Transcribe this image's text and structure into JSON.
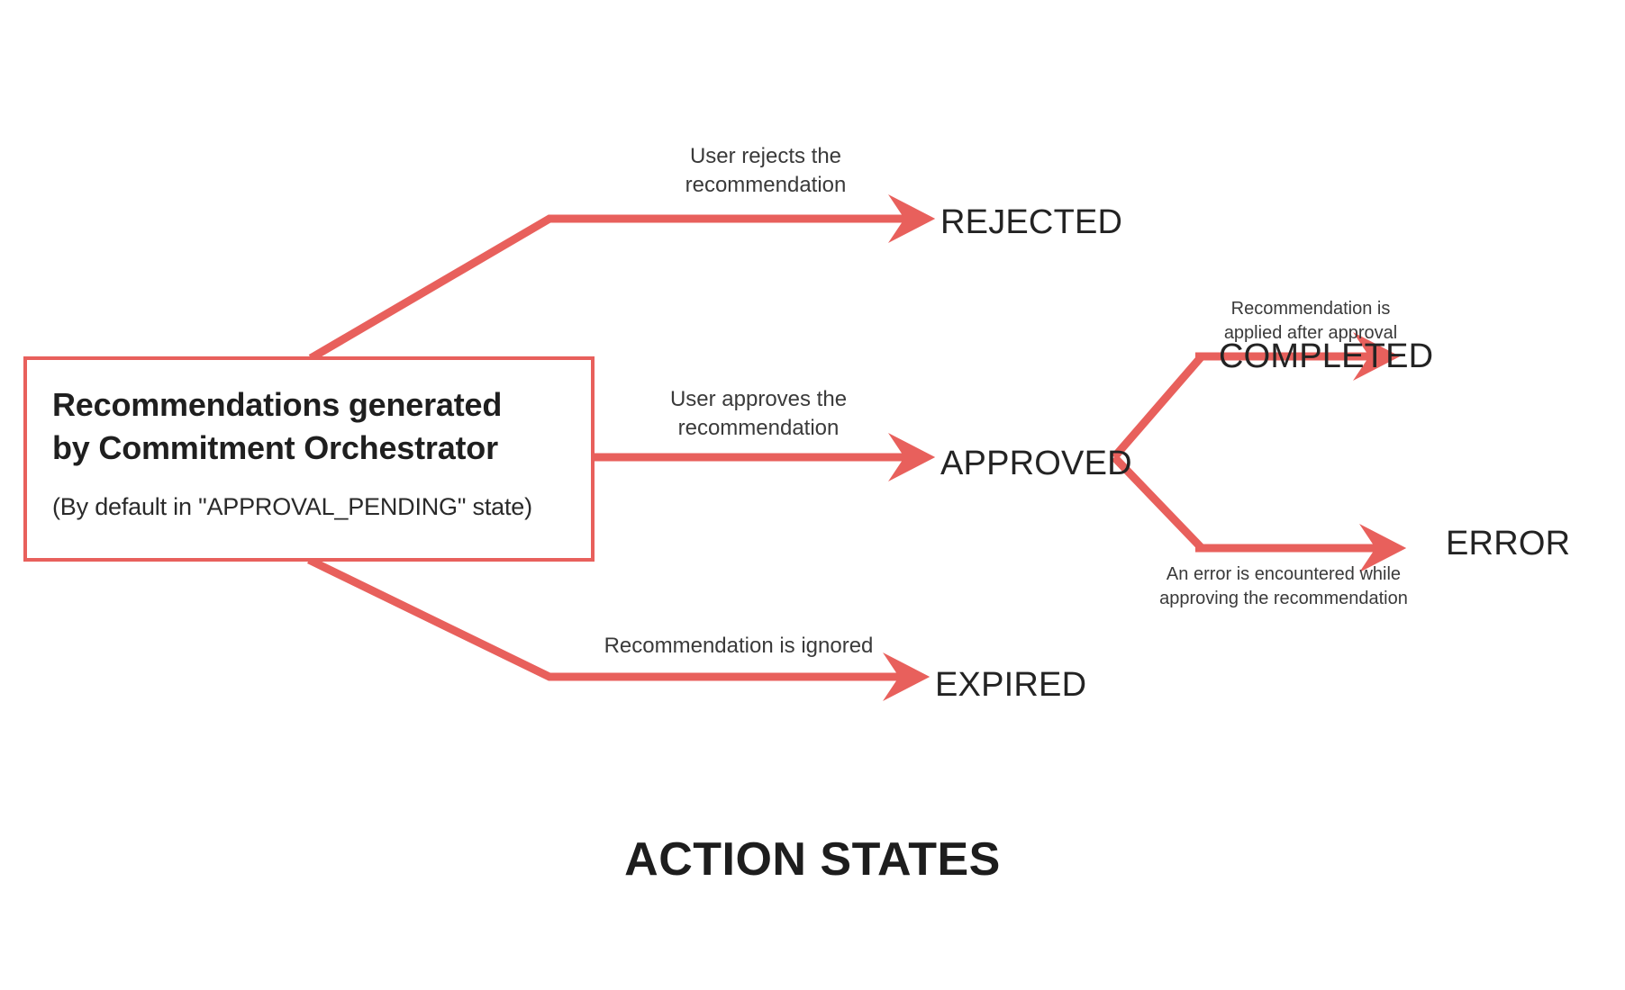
{
  "colors": {
    "accent_red": "#e8605c",
    "text_dark": "#232323",
    "background": "#ffffff"
  },
  "diagram": {
    "title": "ACTION STATES",
    "source": {
      "title_line1": "Recommendations generated",
      "title_line2": "by Commitment Orchestrator",
      "subtitle": "(By default in \"APPROVAL_PENDING\" state)"
    },
    "states": {
      "rejected": "REJECTED",
      "approved": "APPROVED",
      "completed": "COMPLETED",
      "error": "ERROR",
      "expired": "EXPIRED"
    },
    "edge_labels": {
      "to_rejected": "User rejects the\nrecommendation",
      "to_approved": "User approves the\nrecommendation",
      "to_expired": "Recommendation is ignored",
      "to_completed": "Recommendation is\napplied after approval",
      "to_error": "An error is encountered while\napproving the recommendation"
    }
  },
  "chart_data": {
    "type": "diagram",
    "title": "ACTION STATES",
    "nodes": [
      {
        "id": "source",
        "label": "Recommendations generated by Commitment Orchestrator",
        "note": "(By default in \"APPROVAL_PENDING\" state)",
        "shape": "rectangle"
      },
      {
        "id": "rejected",
        "label": "REJECTED",
        "shape": "text"
      },
      {
        "id": "approved",
        "label": "APPROVED",
        "shape": "text"
      },
      {
        "id": "completed",
        "label": "COMPLETED",
        "shape": "text"
      },
      {
        "id": "error",
        "label": "ERROR",
        "shape": "text"
      },
      {
        "id": "expired",
        "label": "EXPIRED",
        "shape": "text"
      }
    ],
    "edges": [
      {
        "from": "source",
        "to": "rejected",
        "label": "User rejects the recommendation"
      },
      {
        "from": "source",
        "to": "approved",
        "label": "User approves the recommendation"
      },
      {
        "from": "source",
        "to": "expired",
        "label": "Recommendation is ignored"
      },
      {
        "from": "approved",
        "to": "completed",
        "label": "Recommendation is applied after approval"
      },
      {
        "from": "approved",
        "to": "error",
        "label": "An error is encountered while approving the recommendation"
      }
    ]
  }
}
